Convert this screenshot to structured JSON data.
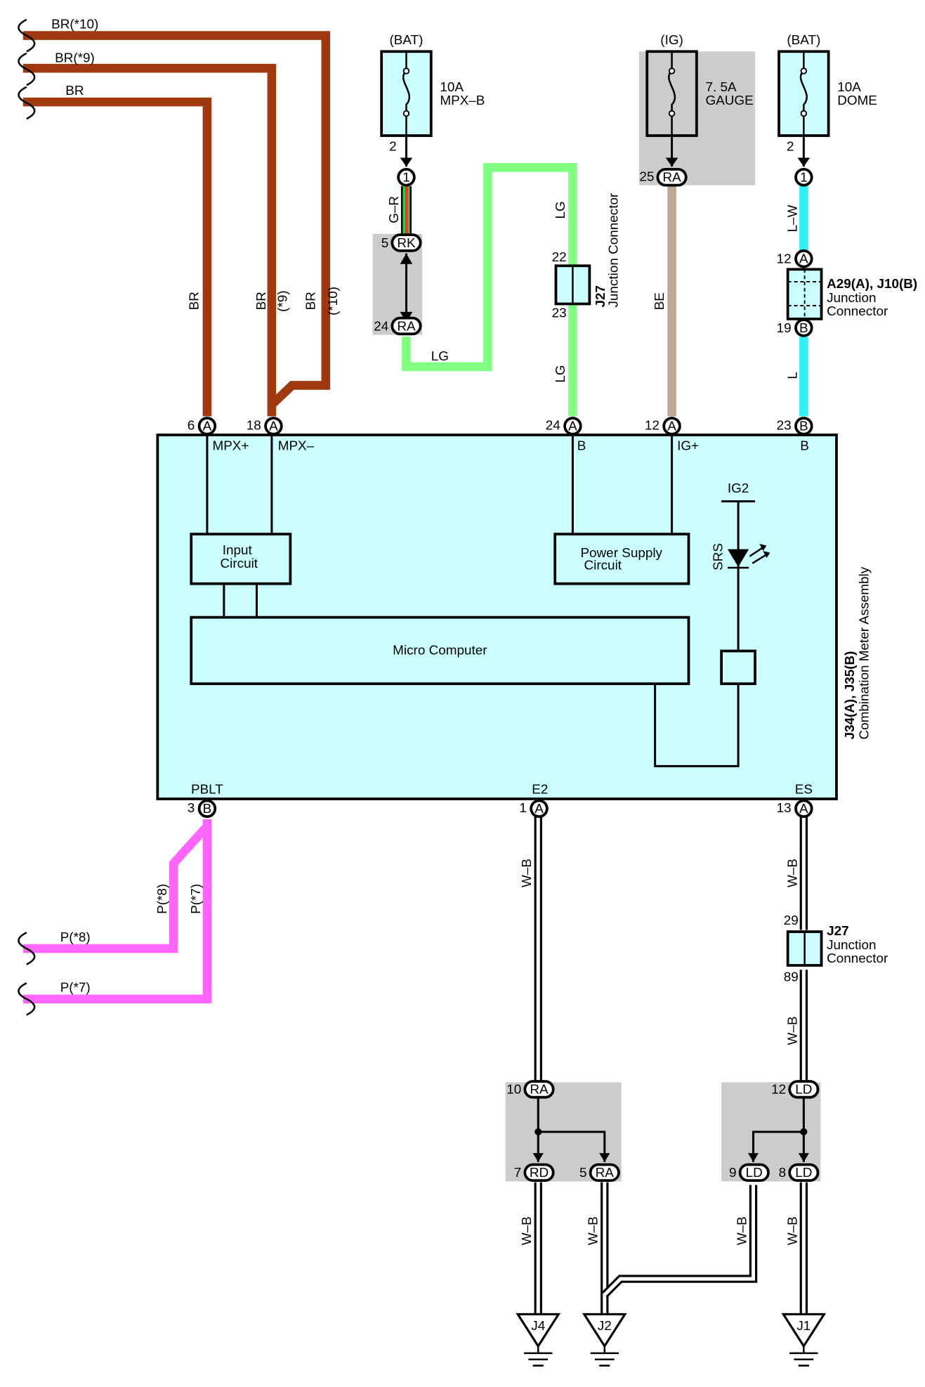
{
  "colors": {
    "wire_brown": "#a0390f",
    "wire_pink": "#ff66ff",
    "wire_light_green": "#80ff80",
    "wire_beige": "#bba895",
    "wire_light_blue": "#33eeff",
    "component_fill": "#ccffff",
    "shade": "#cccccc"
  },
  "top_wires": {
    "br10": "BR(*10)",
    "br9": "BR(*9)",
    "br": "BR"
  },
  "vertical_labels": {
    "br_a": "BR",
    "br_b": "BR",
    "star9": "(*9)",
    "br_c": "BR",
    "star10": "(*10)",
    "gr": "G–R",
    "lg_top": "LG",
    "lg_bottom": "LG",
    "be": "BE",
    "lw": "L–W",
    "l": "L",
    "p8": "P(*8)",
    "p7": "P(*7)",
    "wb_1": "W–B",
    "wb_2": "W–B",
    "wb_3": "W–B",
    "wb_4": "W–B",
    "wb_5": "W–B",
    "wb_6": "W–B",
    "wb_7": "W–B"
  },
  "horizontal_labels": {
    "lg_loop": "LG",
    "p8_left": "P(*8)",
    "p7_left": "P(*7)"
  },
  "fuses": {
    "mpx": {
      "source": "(BAT)",
      "amp": "10A",
      "name": "MPX–B",
      "pin": "2"
    },
    "gauge": {
      "source": "(IG)",
      "amp": "7. 5A",
      "name": "GAUGE",
      "pin": "25"
    },
    "dome": {
      "source": "(BAT)",
      "amp": "10A",
      "name": "DOME",
      "pin": "2"
    }
  },
  "connectors": {
    "c_mpx_1": "1",
    "c_rk": "RK",
    "c_rk_pin": "5",
    "c_ra24": "RA",
    "c_ra24_pin": "24",
    "c_gauge_ra": "RA",
    "c_dome_1": "1",
    "c_a29_a": "A",
    "c_a29_a_pin": "12",
    "c_a29_b": "B",
    "c_a29_b_pin": "19",
    "j27_top_pin22": "22",
    "j27_top_pin23": "23",
    "j27_bot_pin29": "29",
    "j27_bot_pin89": "89",
    "m_6": "A",
    "m_6_pin": "6",
    "m_18": "A",
    "m_18_pin": "18",
    "m_24": "A",
    "m_24_pin": "24",
    "m_12": "A",
    "m_12_pin": "12",
    "m_23": "B",
    "m_23_pin": "23",
    "m_3": "B",
    "m_3_pin": "3",
    "m_1": "A",
    "m_1_pin": "1",
    "m_13": "A",
    "m_13_pin": "13",
    "g_ra10": "RA",
    "g_ra10_pin": "10",
    "g_rd7": "RD",
    "g_rd7_pin": "7",
    "g_ra5": "RA",
    "g_ra5_pin": "5",
    "g_ld12": "LD",
    "g_ld12_pin": "12",
    "g_ld9": "LD",
    "g_ld9_pin": "9",
    "g_ld8": "LD",
    "g_ld8_pin": "8"
  },
  "j27_top": {
    "id": "J27",
    "desc": "Junction Connector"
  },
  "a29": {
    "id": "A29(A), J10(B)",
    "desc1": "Junction",
    "desc2": "Connector"
  },
  "j27_bottom": {
    "id": "J27",
    "desc1": "Junction",
    "desc2": "Connector"
  },
  "meter": {
    "id": "J34(A), J35(B)",
    "desc": "Combination Meter Assembly",
    "mpx_plus": "MPX+",
    "mpx_minus": "MPX–",
    "b_left": "B",
    "ig_plus": "IG+",
    "b_right": "B",
    "ig2": "IG2",
    "srs": "SRS",
    "input_line1": "Input",
    "input_line2": "Circuit",
    "power_line1": "Power Supply",
    "power_line2": "Circuit",
    "micro": "Micro Computer",
    "pblt": "PBLT",
    "e2": "E2",
    "es": "ES"
  },
  "grounds": {
    "j4": "J4",
    "j2": "J2",
    "j1": "J1"
  }
}
